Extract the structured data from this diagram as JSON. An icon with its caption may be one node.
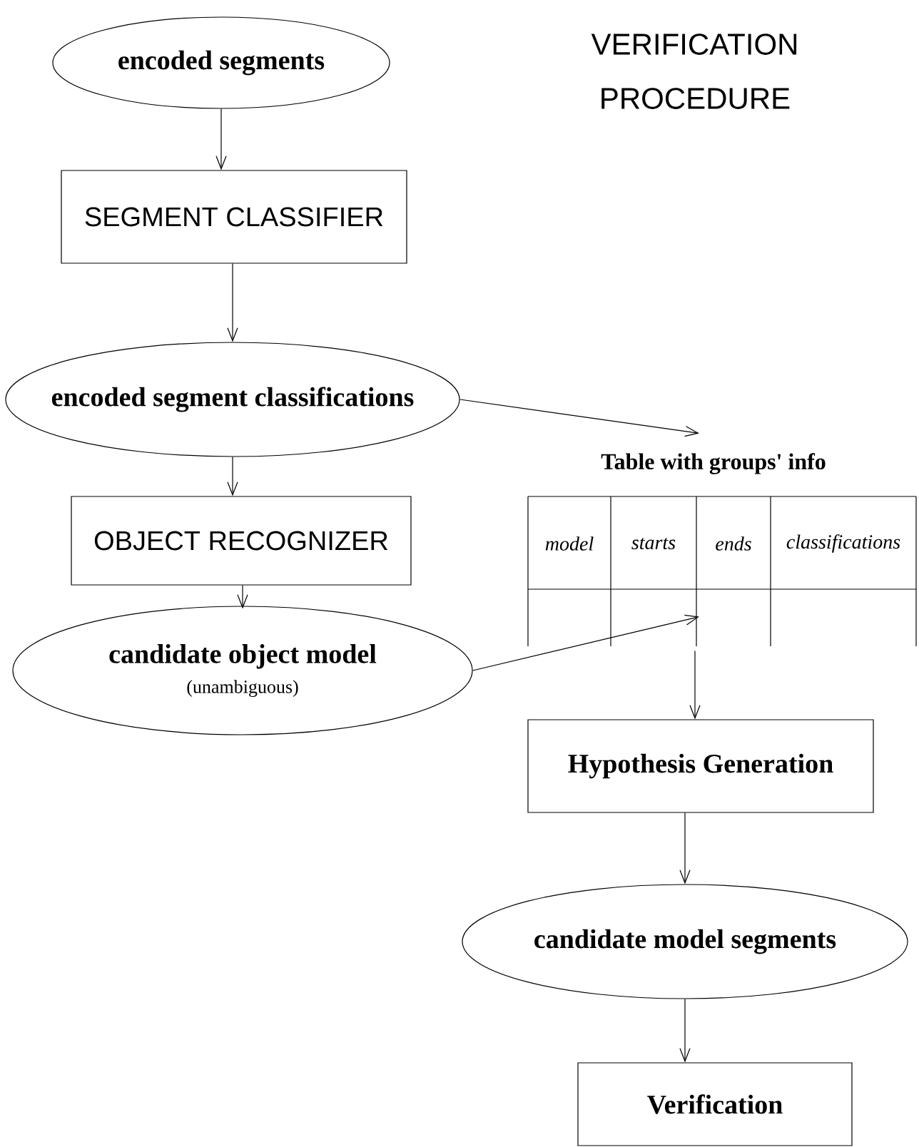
{
  "diagram": {
    "title": "VERIFICATION PROCEDURE",
    "nodes": [
      {
        "text": [
          "encoded segments"
        ]
      },
      {
        "text": [
          "SEGMENT CLASSIFIER"
        ]
      },
      {
        "text": [
          "encoded segment classifications"
        ]
      },
      {
        "text": [
          "OBJECT RECOGNIZER"
        ]
      },
      {
        "text": [
          "candidate object model",
          "(unambiguous)"
        ]
      },
      {
        "text": [
          "Table with groups' info"
        ]
      },
      {
        "text": [
          "Hypothesis Generation"
        ]
      },
      {
        "text": [
          "candidate model segments"
        ]
      },
      {
        "text": [
          "Verification"
        ]
      }
    ],
    "edges": [
      {
        "from": 0,
        "to": 1,
        "arrow": "to"
      },
      {
        "from": 1,
        "to": 2,
        "arrow": "to"
      },
      {
        "from": 2,
        "to": 3,
        "arrow": "to"
      },
      {
        "from": 3,
        "to": 4,
        "arrow": "to"
      },
      {
        "from": 2,
        "to": 5,
        "arrow": "to"
      },
      {
        "from": 4,
        "to": 5,
        "arrow": "to"
      },
      {
        "from": 5,
        "to": 6,
        "arrow": "to"
      },
      {
        "from": 6,
        "to": 7,
        "arrow": "to"
      },
      {
        "from": 7,
        "to": 8,
        "arrow": "to"
      }
    ],
    "labels": [
      "model",
      "starts",
      "ends",
      "classifications"
    ]
  }
}
